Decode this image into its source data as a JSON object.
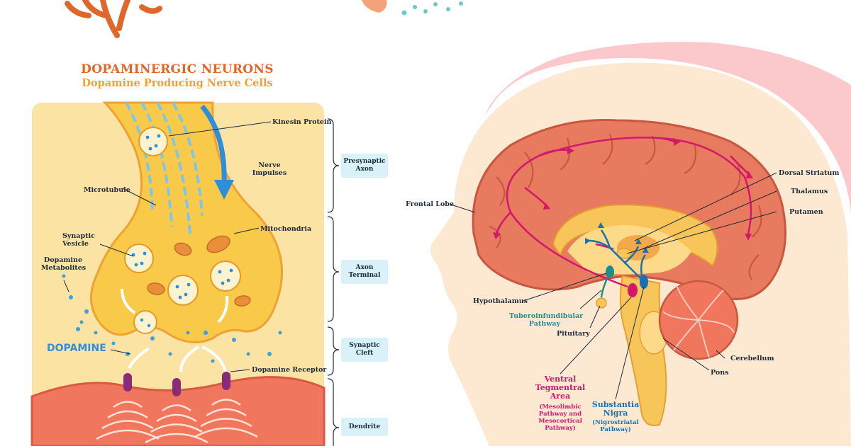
{
  "colors": {
    "title_main": "#e0672b",
    "title_sub": "#f0a131",
    "axon_fill": "#f9c94a",
    "panel_bg": "#fbe3a3",
    "dendrite": "#f0775d",
    "brain": "#e77a5f",
    "pathway_magenta": "#d3186c",
    "pathway_teal": "#1f8c8c",
    "pathway_blue": "#1672b3",
    "stage_box": "#d9f1f8",
    "dopamine_blue": "#2f8fd8"
  },
  "neuron": {
    "title": "DOPAMINERGIC NEURONS",
    "subtitle": "Dopamine Producing Nerve Cells",
    "labels": {
      "kinesin": "Kinesin Protein",
      "nerve_impulses": "Nerve\nImpulses",
      "microtubule": "Microtubule",
      "mitochondria": "Mitochondria",
      "synaptic_vesicle": "Synaptic\nVesicle",
      "dopamine_metabolites": "Dopamine\nMetabolites",
      "dopamine": "DOPAMINE",
      "dopamine_receptor": "Dopamine Receptor"
    }
  },
  "stages": [
    {
      "label": "Presynaptic\nAxon"
    },
    {
      "label": "Axon\nTerminal"
    },
    {
      "label": "Synaptic\nCleft"
    },
    {
      "label": "Dendrite"
    }
  ],
  "brain": {
    "labels": {
      "frontal_lobe": "Frontal Lobe",
      "dorsal_striatum": "Dorsal Striatum",
      "thalamus": "Thalamus",
      "putamen": "Putamen",
      "hypothalamus": "Hypothalamus",
      "tuberoinfundibular": "Tuberoinfundibular\nPathway",
      "pituitary": "Pituitary",
      "cerebellum": "Cerebellum",
      "pons": "Pons",
      "vta_title": "Ventral\nTegmentral\nArea",
      "vta_sub": "(Mesolimbic\nPathway and\nMesocortical\nPathway)",
      "sn_title": "Substantia\nNigra",
      "sn_sub": "(Nigrostriatal\nPathway)"
    }
  }
}
